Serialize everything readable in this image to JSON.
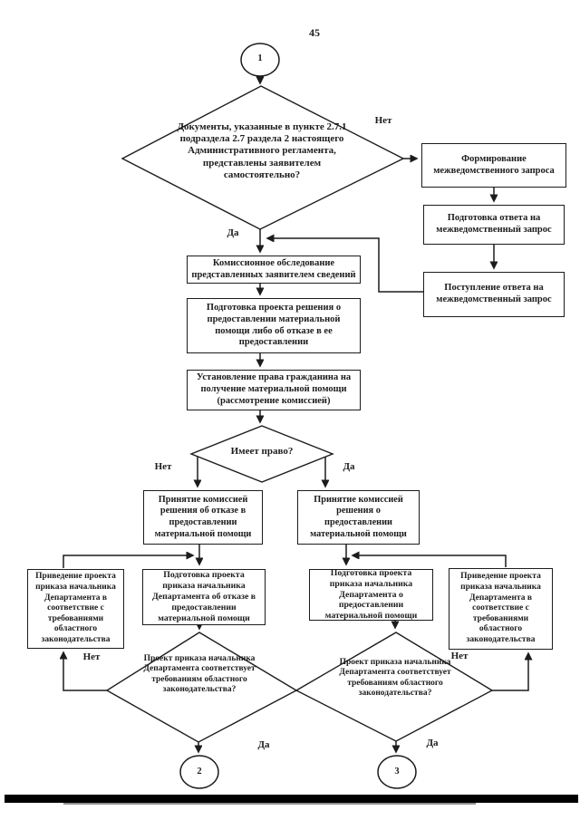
{
  "page": {
    "number": "45"
  },
  "labels": {
    "yes": "Да",
    "no": "Нет"
  },
  "connectors": {
    "c1": "1",
    "c2": "2",
    "c3": "3"
  },
  "nodes": {
    "q_docs": "Документы, указанные в пункте 2.7.1 подраздела 2.7 раздела 2 настоящего Административного регламента, представлены заявителем самостоятельно?",
    "form_request": "Формирование межведомственного запроса",
    "prep_answer": "Подготовка ответа на межведомственный запрос",
    "recv_answer": "Поступление ответа на межведомственный запрос",
    "commission_check": "Комиссионное обследование представленных заявителем сведений",
    "draft_decision": "Подготовка проекта решения о предоставлении материальной помощи либо об отказе в ее предоставлении",
    "establish_right": "Установление права гражданина на получение материальной помощи (рассмотрение комиссией)",
    "q_right": "Имеет право?",
    "refuse_decision": "Принятие комиссией решения об отказе в предоставлении материальной помощи",
    "grant_decision": "Принятие комиссией решения о предоставлении материальной помощи",
    "fix_order_left": "Приведение проекта приказа начальника Департамента в соответствие с требованиями областного законодательства",
    "draft_order_refuse": "Подготовка проекта приказа начальника Департамента об отказе в предоставлении материальной помощи",
    "draft_order_grant": "Подготовка проекта приказа начальника Департамента о предоставлении материальной помощи",
    "fix_order_right": "Приведение проекта приказа начальника Департамента в соответствие с требованиями областного законодательства",
    "q_order_left": "Проект приказа начальника Департамента соответствует требованиям областного законодательства?",
    "q_order_right": "Проект приказа начальника Департамента соответствует требованиям областного законодательства?"
  },
  "colors": {
    "ink": "#1c1c1c",
    "bar": "#000000"
  }
}
